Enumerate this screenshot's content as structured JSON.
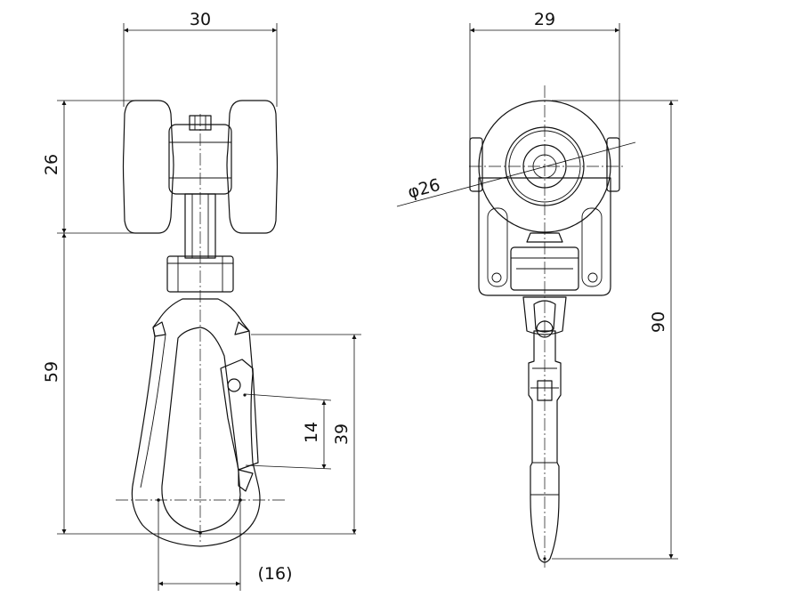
{
  "dimensions": {
    "front_width": "30",
    "wheel_height": "26",
    "lower_height": "59",
    "hook_length": "39",
    "gate_opening": "14",
    "hook_width_ref": "(16)",
    "side_width": "29",
    "wheel_diameter": "φ26",
    "total_height": "90"
  }
}
